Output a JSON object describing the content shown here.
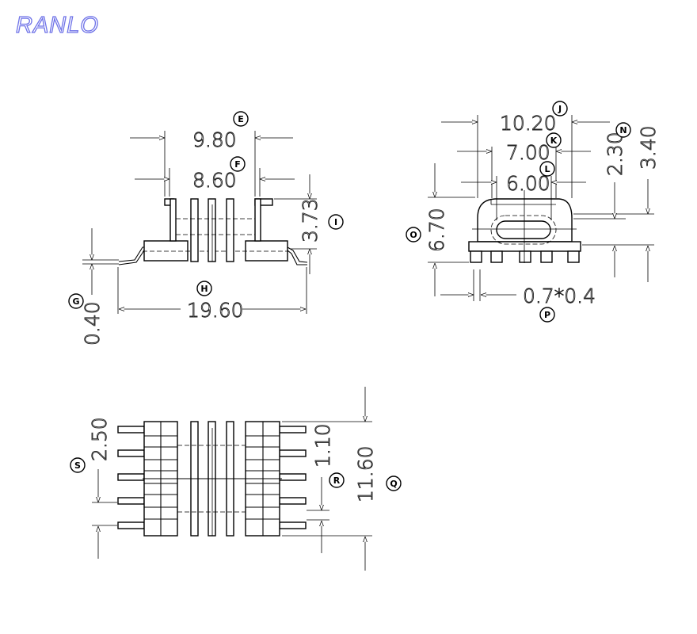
{
  "brand": {
    "logo_text": "RANLO",
    "logo_color": "#6f73e8"
  },
  "dimensions": {
    "E": "9.80",
    "F": "8.60",
    "G": "0.40",
    "H": "19.60",
    "I": "3.73",
    "J": "10.20",
    "K": "7.00",
    "L": "6.00",
    "N_a": "2.30",
    "N_b": "3.40",
    "O": "6.70",
    "P": "0.7*0.4",
    "Q": "11.60",
    "R": "1.10",
    "S": "2.50"
  },
  "labels": [
    "E",
    "F",
    "G",
    "H",
    "I",
    "J",
    "K",
    "L",
    "N",
    "O",
    "P",
    "Q",
    "R",
    "S"
  ]
}
